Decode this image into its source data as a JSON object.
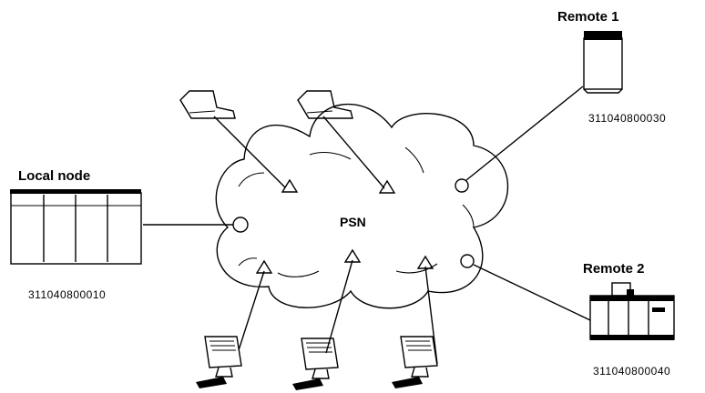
{
  "network": {
    "label": "PSN"
  },
  "local_node": {
    "label": "Local node",
    "address": "311040800010"
  },
  "remote1": {
    "label": "Remote 1",
    "address": "311040800030"
  },
  "remote2": {
    "label": "Remote 2",
    "address": "311040800040"
  },
  "colors": {
    "ink": "#000000",
    "background": "#ffffff"
  },
  "icons": {
    "triangle": "terminal-access-point-icon",
    "circle": "host-access-point-icon",
    "keyboard": "keyboard-terminal-icon",
    "workstation": "workstation-icon"
  }
}
